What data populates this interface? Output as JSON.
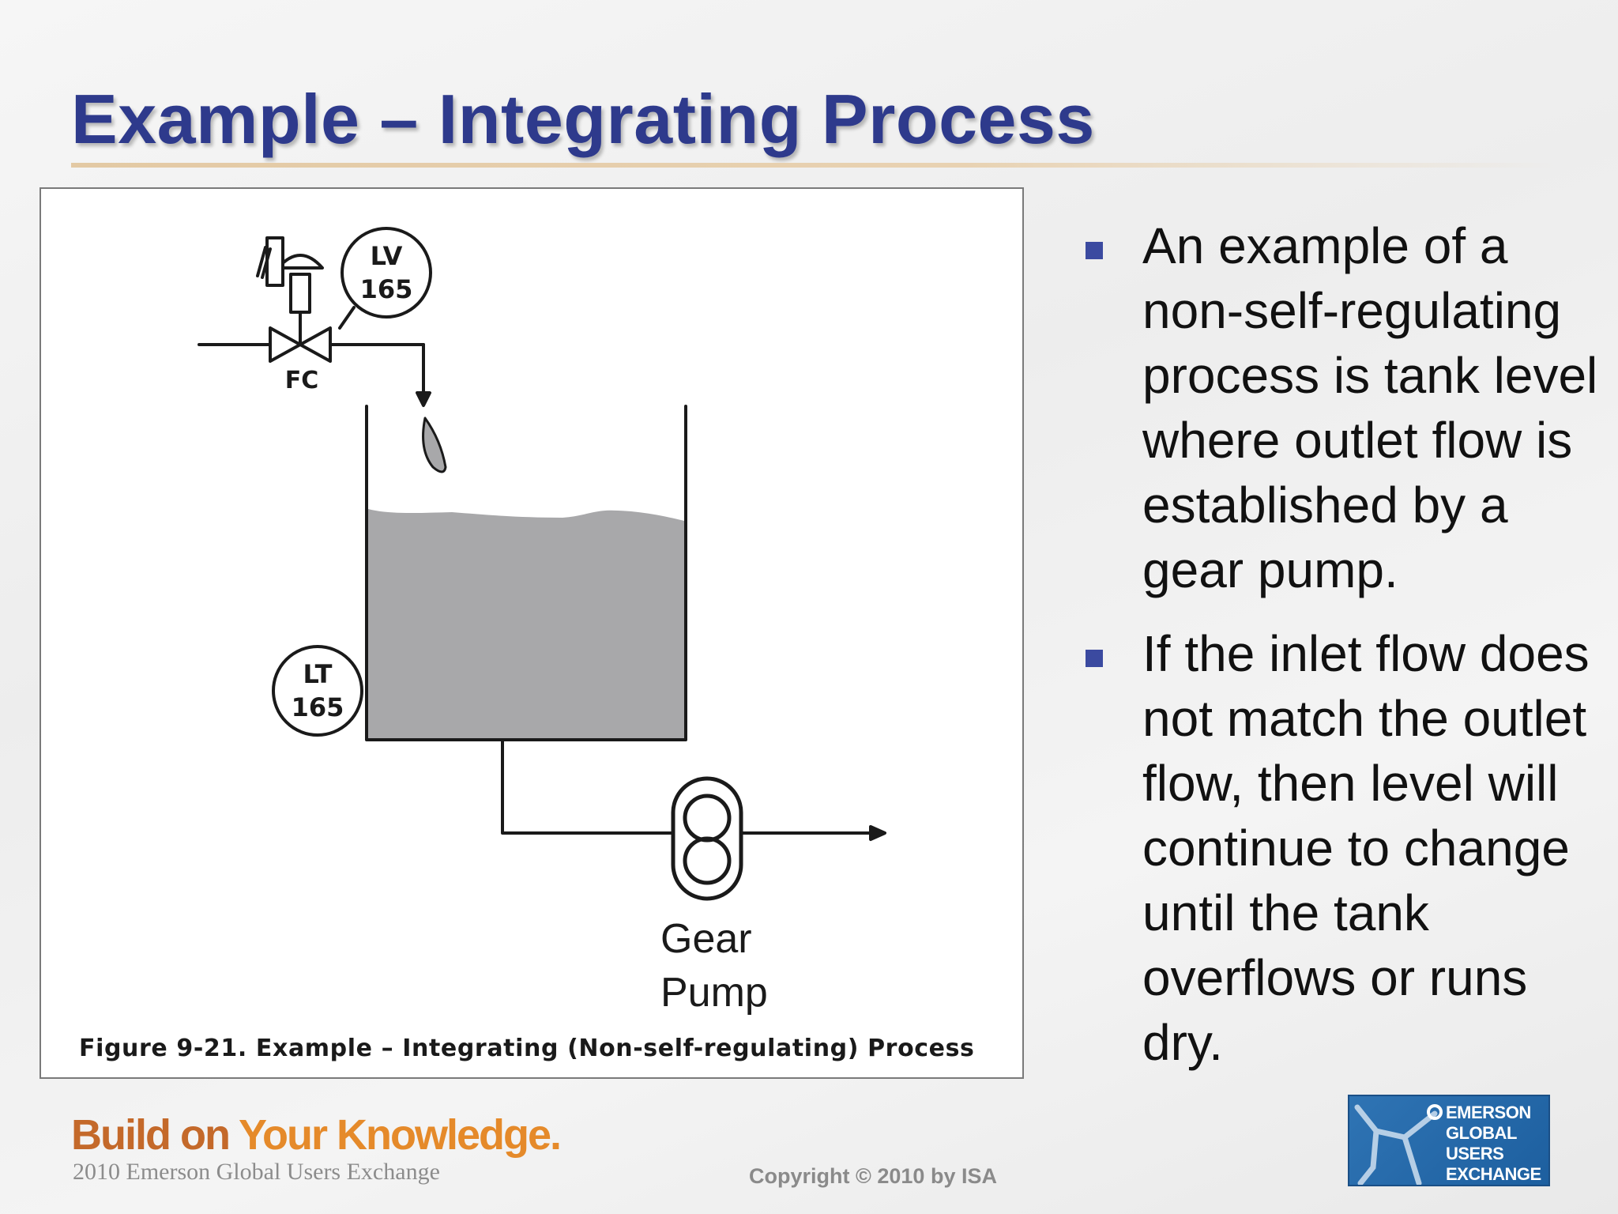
{
  "slide": {
    "title": "Example – Integrating Process"
  },
  "diagram": {
    "valve_tag": {
      "letters": "LV",
      "number": "165"
    },
    "valve_action": "FC",
    "transmitter_tag": {
      "letters": "LT",
      "number": "165"
    },
    "pump_label_line1": "Gear",
    "pump_label_line2": "Pump",
    "caption": "Figure 9-21. Example – Integrating (Non-self-regulating) Process",
    "liquid_color": "#a8a8aa",
    "line_color": "#1a1a1a"
  },
  "bullets": [
    {
      "text": "An example of a non-self-regulating process is tank level where outlet flow is established by a gear pump."
    },
    {
      "text": "If the inlet flow does not match the outlet flow, then level will continue to change until the tank overflows or runs dry."
    }
  ],
  "footer": {
    "tagline_part1": "Build on ",
    "tagline_part2": "Your Knowledge.",
    "subtitle": "2010 Emerson Global Users Exchange",
    "copyright": "Copyright © 2010 by ISA"
  },
  "logo": {
    "line1": "EMERSON",
    "line2": "GLOBAL",
    "line3": "USERS",
    "line4": "EXCHANGE"
  },
  "colors": {
    "title": "#2e3a8c",
    "bullet": "#3b4aa0",
    "tagline": "#e58a2a",
    "logo_bg": "#2f74b4"
  }
}
